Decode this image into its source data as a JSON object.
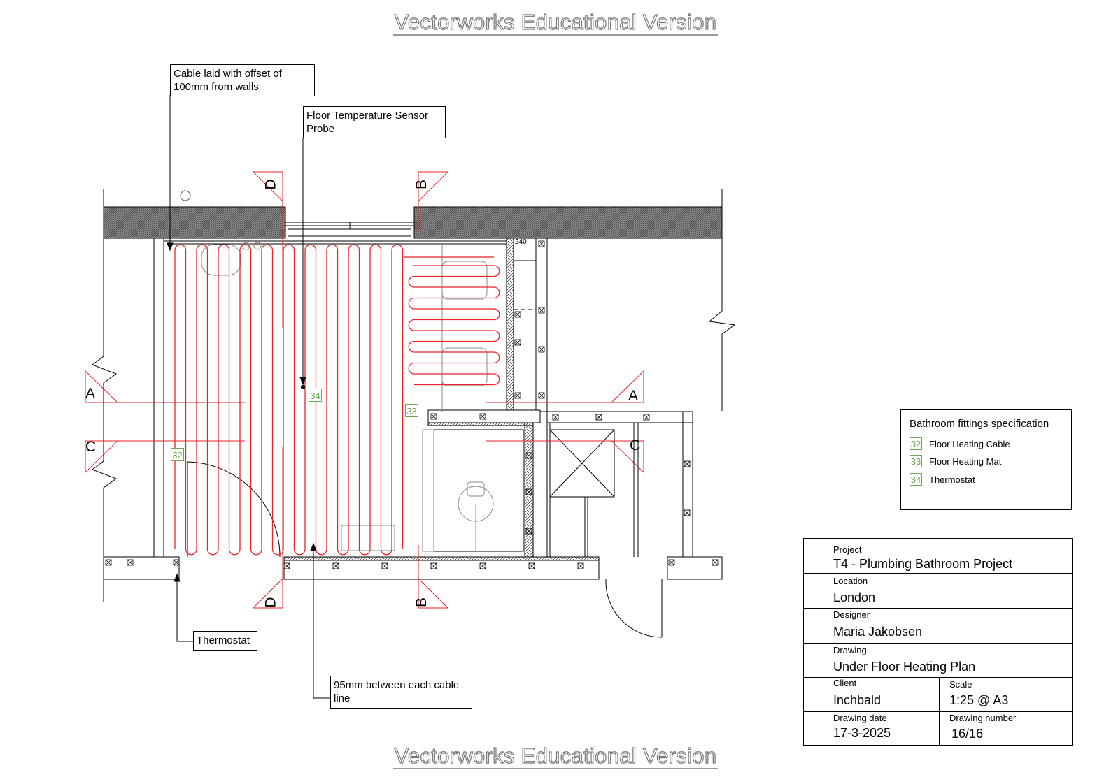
{
  "watermark": {
    "top": "Vectorworks Educational Version",
    "bottom": "Vectorworks Educational Version"
  },
  "annotations": {
    "cable_offset": "Cable laid with offset of 100mm from walls",
    "sensor_probe": "Floor Temperature Sensor Probe",
    "thermostat": "Thermostat",
    "cable_spacing": "95mm between each cable line",
    "dimension_240": "240"
  },
  "plan_tags": {
    "cable": "32",
    "mat": "33",
    "thermostat": "34"
  },
  "section_markers": {
    "a": "A",
    "b": "B",
    "c": "C",
    "d": "D"
  },
  "specification": {
    "title": "Bathroom fittings specification",
    "items": [
      {
        "code": "32",
        "label": "Floor Heating Cable"
      },
      {
        "code": "33",
        "label": "Floor Heating Mat"
      },
      {
        "code": "34",
        "label": "Thermostat"
      }
    ]
  },
  "title_block": {
    "project_label": "Project",
    "project": "T4 - Plumbing Bathroom Project",
    "location_label": "Location",
    "location": "London",
    "designer_label": "Designer",
    "designer": "Maria Jakobsen",
    "drawing_label": "Drawing",
    "drawing": "Under Floor Heating Plan",
    "client_label": "Client",
    "client": "Inchbald",
    "scale_label": "Scale",
    "scale": "1:25 @ A3",
    "date_label": "Drawing date",
    "date": "17-3-2025",
    "number_label": "Drawing number",
    "number": "16/16"
  },
  "colors": {
    "cable": "#e8232a",
    "tag": "#6aa84f",
    "wall_hatch": "#555555"
  }
}
